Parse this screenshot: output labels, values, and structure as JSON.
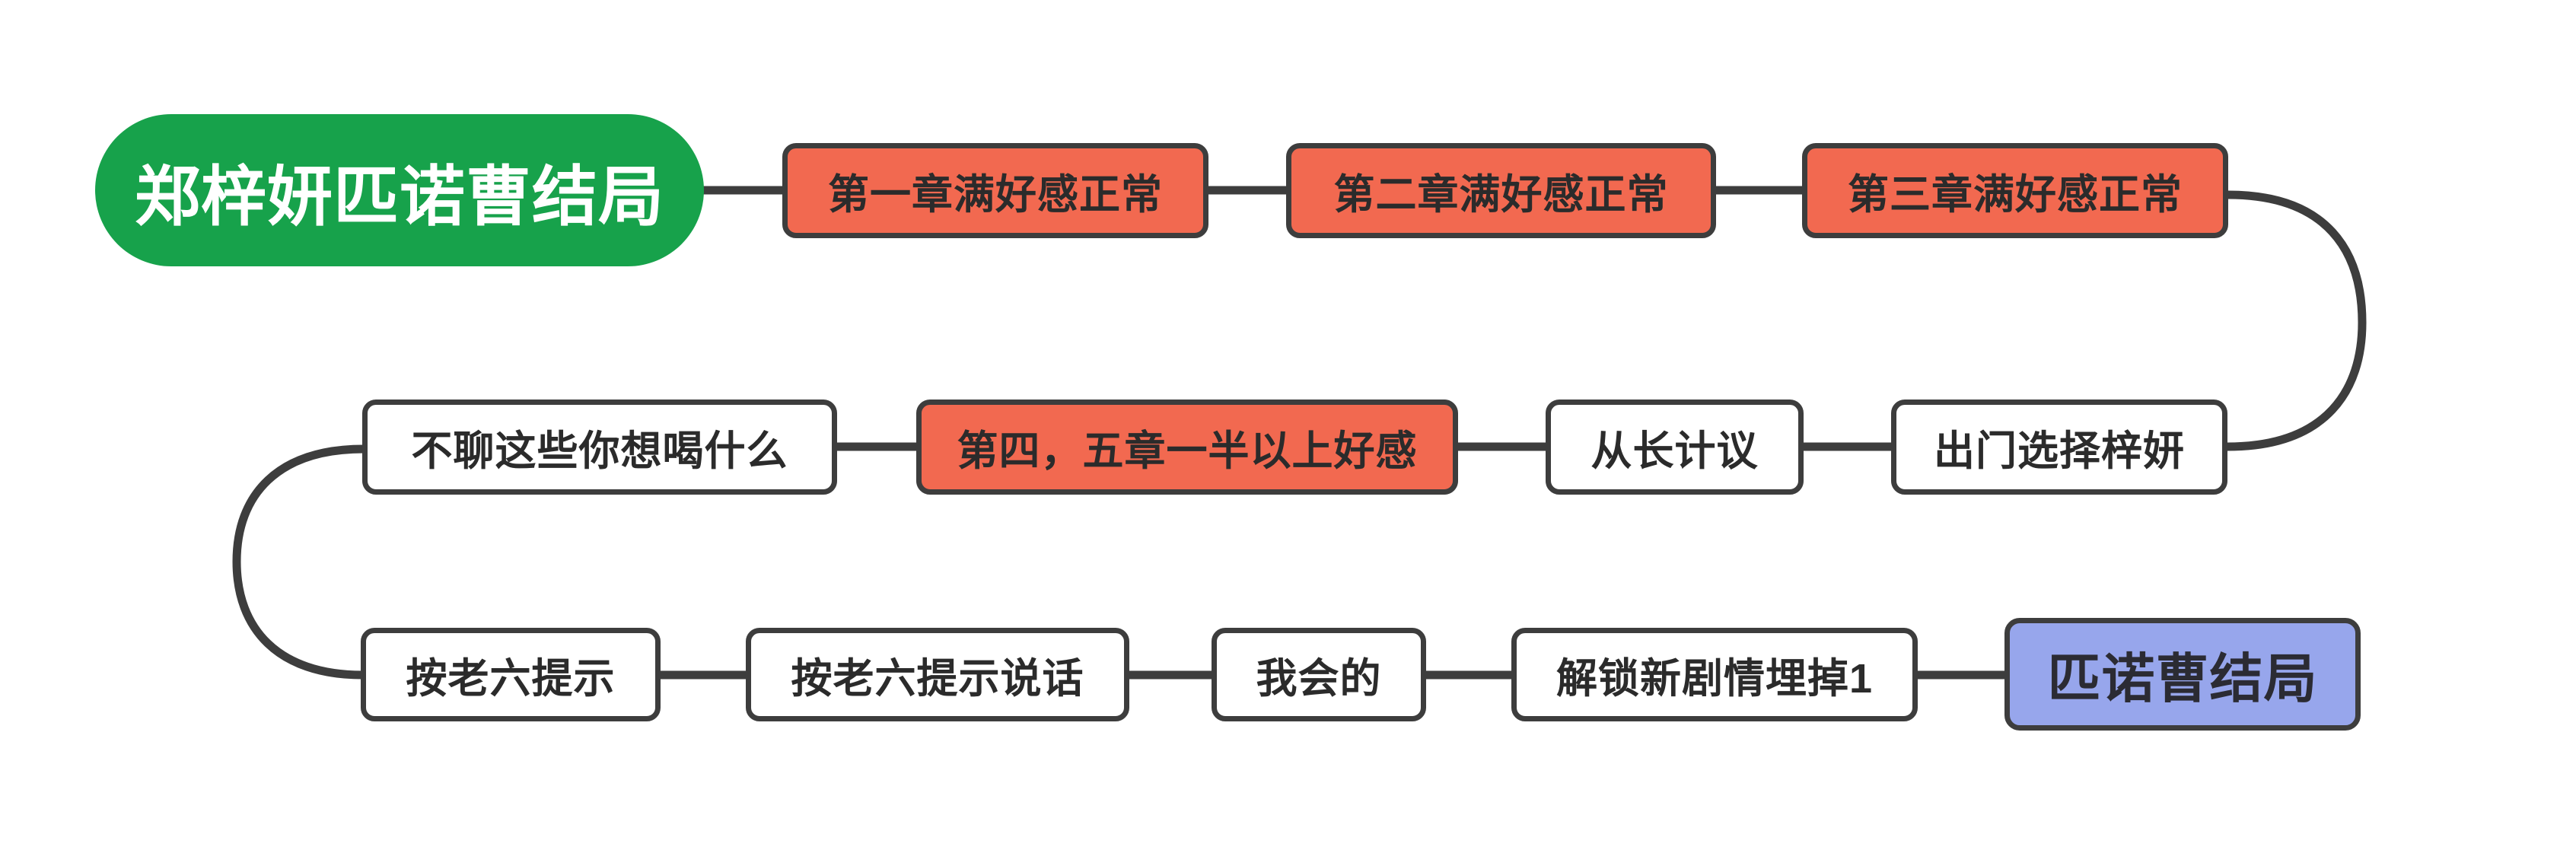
{
  "flowchart": {
    "title": "郑梓妍匹诺曹结局",
    "colors": {
      "start_fill": "#17a24b",
      "chapter_fill": "#f26950",
      "ending_fill": "#97a6ec",
      "plain_fill": "#ffffff",
      "border": "#3d3d3d",
      "wire": "#3d3d3d",
      "text_dark": "#2b2b2b",
      "text_light": "#ffffff",
      "background": "#ffffff"
    },
    "nodes": [
      {
        "id": 0,
        "label": "郑梓妍匹诺曹结局",
        "type": "start"
      },
      {
        "id": 1,
        "label": "第一章满好感正常",
        "type": "chapter"
      },
      {
        "id": 2,
        "label": "第二章满好感正常",
        "type": "chapter"
      },
      {
        "id": 3,
        "label": "第三章满好感正常",
        "type": "chapter"
      },
      {
        "id": 4,
        "label": "出门选择梓妍",
        "type": "plain"
      },
      {
        "id": 5,
        "label": "从长计议",
        "type": "plain"
      },
      {
        "id": 6,
        "label": "第四，五章一半以上好感",
        "type": "chapter"
      },
      {
        "id": 7,
        "label": "不聊这些你想喝什么",
        "type": "plain"
      },
      {
        "id": 8,
        "label": "按老六提示",
        "type": "plain"
      },
      {
        "id": 9,
        "label": "按老六提示说话",
        "type": "plain"
      },
      {
        "id": 10,
        "label": "我会的",
        "type": "plain"
      },
      {
        "id": 11,
        "label": "解锁新剧情埋掉1",
        "type": "plain"
      },
      {
        "id": 12,
        "label": "匹诺曹结局",
        "type": "ending"
      }
    ],
    "edges": [
      {
        "from": 0,
        "to": 1,
        "shape": "straight"
      },
      {
        "from": 1,
        "to": 2,
        "shape": "straight"
      },
      {
        "from": 2,
        "to": 3,
        "shape": "straight"
      },
      {
        "from": 3,
        "to": 4,
        "shape": "curve-right"
      },
      {
        "from": 4,
        "to": 5,
        "shape": "straight"
      },
      {
        "from": 5,
        "to": 6,
        "shape": "straight"
      },
      {
        "from": 6,
        "to": 7,
        "shape": "straight"
      },
      {
        "from": 7,
        "to": 8,
        "shape": "curve-left"
      },
      {
        "from": 8,
        "to": 9,
        "shape": "straight"
      },
      {
        "from": 9,
        "to": 10,
        "shape": "straight"
      },
      {
        "from": 10,
        "to": 11,
        "shape": "straight"
      },
      {
        "from": 11,
        "to": 12,
        "shape": "straight"
      }
    ]
  }
}
